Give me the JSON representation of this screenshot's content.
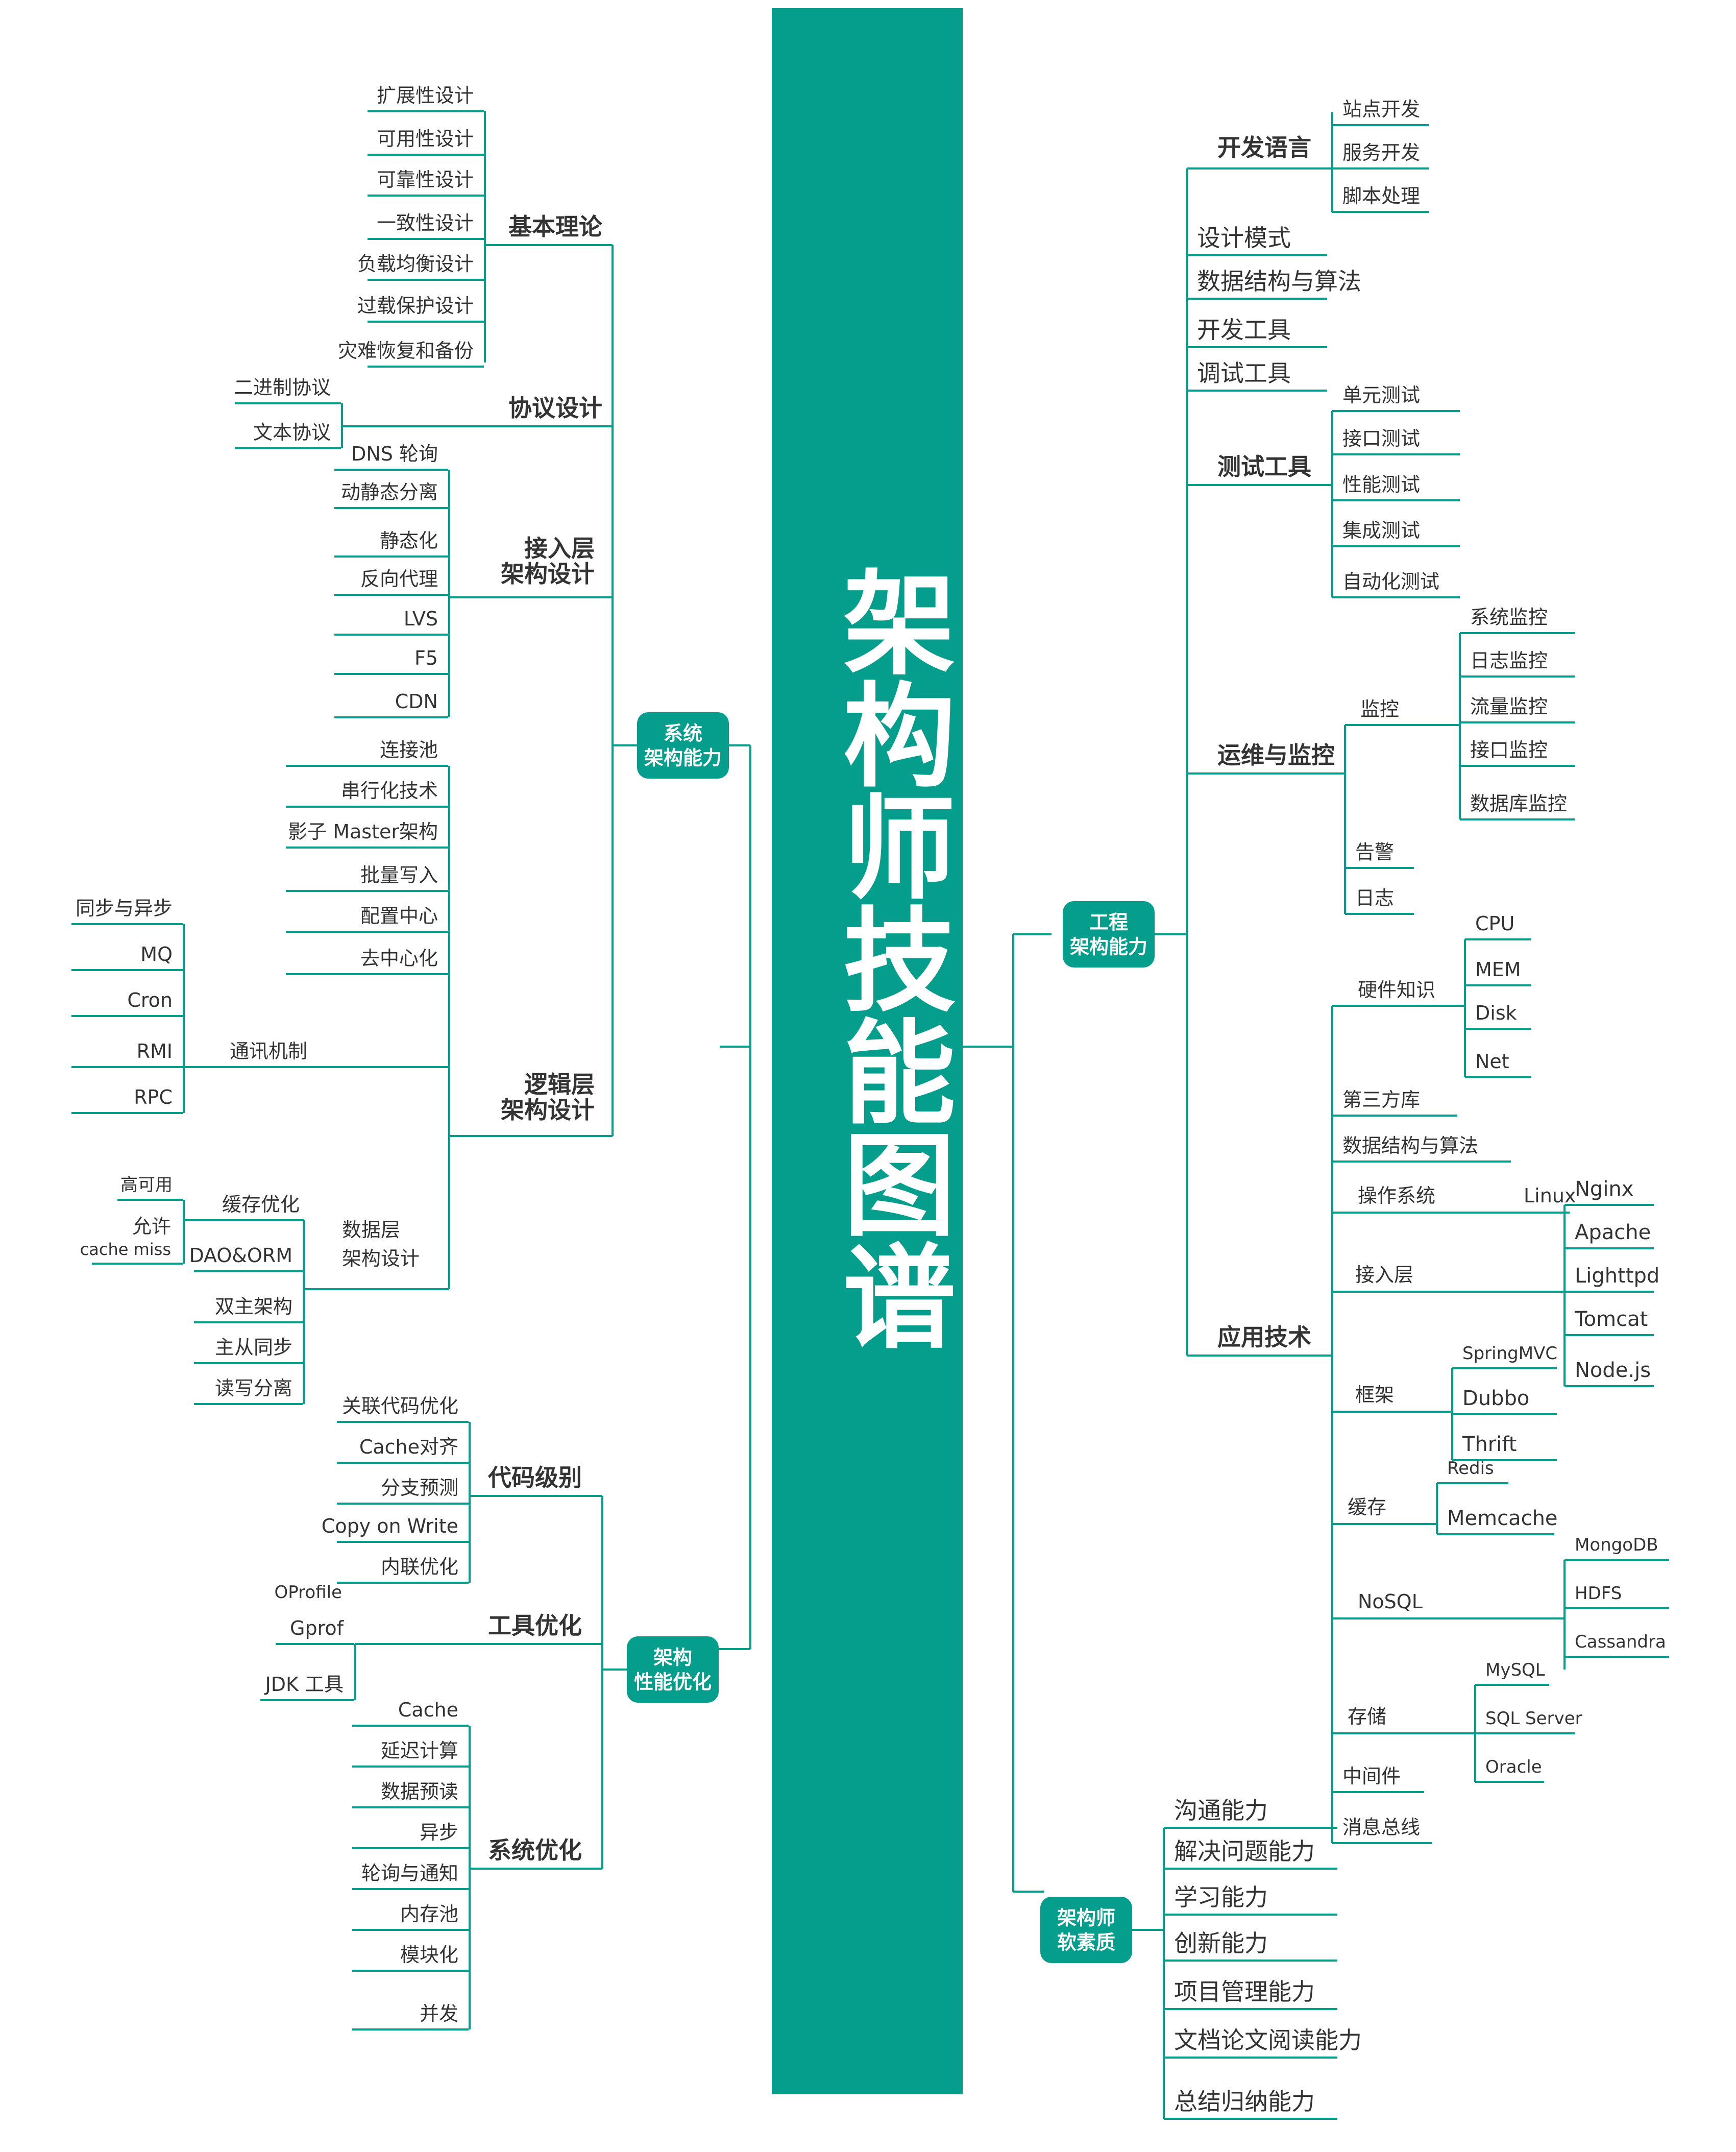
{
  "title": "架构师技能图谱",
  "colors": {
    "accent": "#059e8c",
    "line": "#059e8c",
    "text": "#333333",
    "hub_text": "#ffffff"
  },
  "left": {
    "system_arch": {
      "hub": "系统\n架构能力",
      "basic_theory": {
        "label": "基本理论",
        "items": [
          "扩展性设计",
          "可用性设计",
          "可靠性设计",
          "一致性设计",
          "负载均衡设计",
          "过载保护设计",
          "灾难恢复和备份"
        ]
      },
      "protocol": {
        "label": "协议设计",
        "items": [
          "二进制协议",
          "文本协议"
        ]
      },
      "access_layer": {
        "label": "接入层\n架构设计",
        "items": [
          "DNS 轮询",
          "动静态分离",
          "静态化",
          "反向代理",
          "LVS",
          "F5",
          "CDN"
        ]
      },
      "logic_layer": {
        "label": "逻辑层\n架构设计",
        "items": [
          "连接池",
          "串行化技术",
          "影子 Master架构",
          "批量写入",
          "配置中心",
          "去中心化"
        ],
        "comm": {
          "label": "通讯机制",
          "items": [
            "同步与异步",
            "MQ",
            "Cron",
            "RMI",
            "RPC"
          ]
        }
      },
      "data_layer": {
        "label": "数据层\n架构设计",
        "cache": {
          "label": "缓存优化",
          "items": [
            "高可用",
            "允许\ncache miss"
          ]
        },
        "items": [
          "DAO&ORM",
          "双主架构",
          "主从同步",
          "读写分离"
        ]
      }
    },
    "perf": {
      "hub": "架构\n性能优化",
      "code": {
        "label": "代码级别",
        "items": [
          "关联代码优化",
          "Cache对齐",
          "分支预测",
          "Copy on Write",
          "内联优化"
        ]
      },
      "tools": {
        "label": "工具优化",
        "items": [
          "OProfile",
          "Gprof",
          "JDK 工具"
        ]
      },
      "system": {
        "label": "系统优化",
        "items": [
          "Cache",
          "延迟计算",
          "数据预读",
          "异步",
          "轮询与通知",
          "内存池",
          "模块化",
          "并发"
        ]
      }
    }
  },
  "right": {
    "engineering": {
      "hub": "工程\n架构能力",
      "dev_lang": {
        "label": "开发语言",
        "items": [
          "站点开发",
          "服务开发",
          "脚本处理"
        ]
      },
      "singles": [
        "设计模式",
        "数据结构与算法",
        "开发工具",
        "调试工具"
      ],
      "testing": {
        "label": "测试工具",
        "items": [
          "单元测试",
          "接口测试",
          "性能测试",
          "集成测试",
          "自动化测试"
        ]
      },
      "ops": {
        "label": "运维与监控",
        "monitor": {
          "label": "监控",
          "items": [
            "系统监控",
            "日志监控",
            "流量监控",
            "接口监控",
            "数据库监控"
          ]
        },
        "items": [
          "告警",
          "日志"
        ]
      },
      "app_tech": {
        "label": "应用技术",
        "hardware": {
          "label": "硬件知识",
          "items": [
            "CPU",
            "MEM",
            "Disk",
            "Net"
          ]
        },
        "third_party": "第三方库",
        "dsa": "数据结构与算法",
        "os": {
          "label": "操作系统",
          "value": "Linux"
        },
        "access": {
          "label": "接入层",
          "items": [
            "Nginx",
            "Apache",
            "Lighttpd",
            "Tomcat",
            "Node.js"
          ]
        },
        "framework": {
          "label": "框架",
          "items": [
            "SpringMVC",
            "Dubbo",
            "Thrift"
          ]
        },
        "cache": {
          "label": "缓存",
          "items": [
            "Redis",
            "Memcache"
          ]
        },
        "nosql": {
          "label": "NoSQL",
          "items": [
            "MongoDB",
            "HDFS",
            "Cassandra"
          ]
        },
        "storage": {
          "label": "存储",
          "items": [
            "MySQL",
            "SQL Server",
            "Oracle"
          ]
        },
        "middleware": "中间件",
        "message_bus": "消息总线"
      }
    },
    "soft": {
      "hub": "架构师\n软素质",
      "items": [
        "沟通能力",
        "解决问题能力",
        "学习能力",
        "创新能力",
        "项目管理能力",
        "文档论文阅读能力",
        "总结归纳能力"
      ]
    }
  }
}
